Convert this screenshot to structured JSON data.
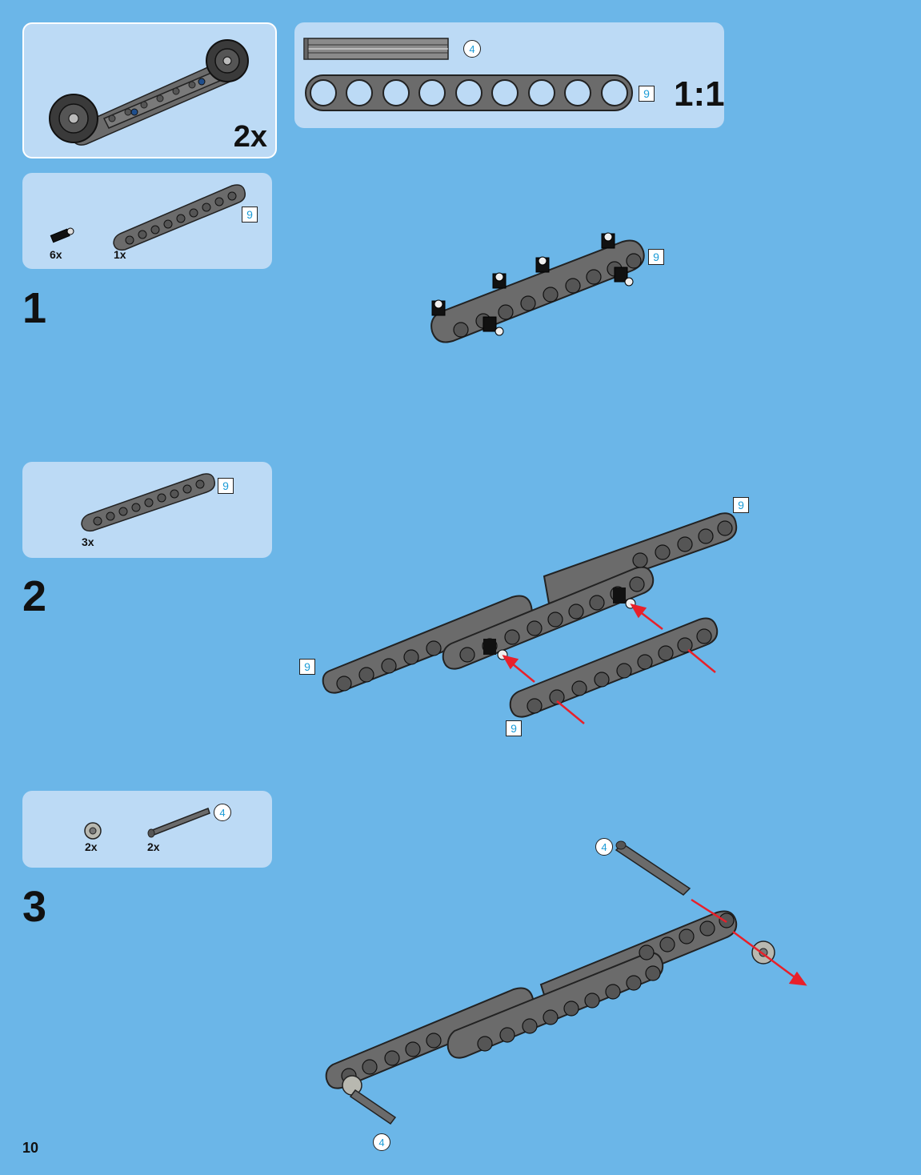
{
  "subassembly": {
    "multiplier": "2x"
  },
  "scale_panel": {
    "axle_length": "4",
    "beam_length": "9",
    "scale": "1:1"
  },
  "steps": [
    {
      "number": "1",
      "parts": [
        {
          "qty": "6x",
          "icon": "friction-pin-icon"
        },
        {
          "qty": "1x",
          "icon": "beam-icon",
          "length": "9"
        }
      ],
      "callouts": [
        "9"
      ]
    },
    {
      "number": "2",
      "parts": [
        {
          "qty": "3x",
          "icon": "beam-icon",
          "length": "9"
        }
      ],
      "callouts": [
        "9",
        "9",
        "9"
      ]
    },
    {
      "number": "3",
      "parts": [
        {
          "qty": "2x",
          "icon": "bush-icon"
        },
        {
          "qty": "2x",
          "icon": "axle-icon",
          "length": "4"
        }
      ],
      "callouts": [
        "4",
        "4"
      ]
    }
  ],
  "page_number": "10",
  "colors": {
    "background": "#6bb6e8",
    "panel": "#bcdaf5",
    "beam": "#6b6b6b",
    "arrow": "#e8202a",
    "badge_text": "#1a9bd7"
  }
}
